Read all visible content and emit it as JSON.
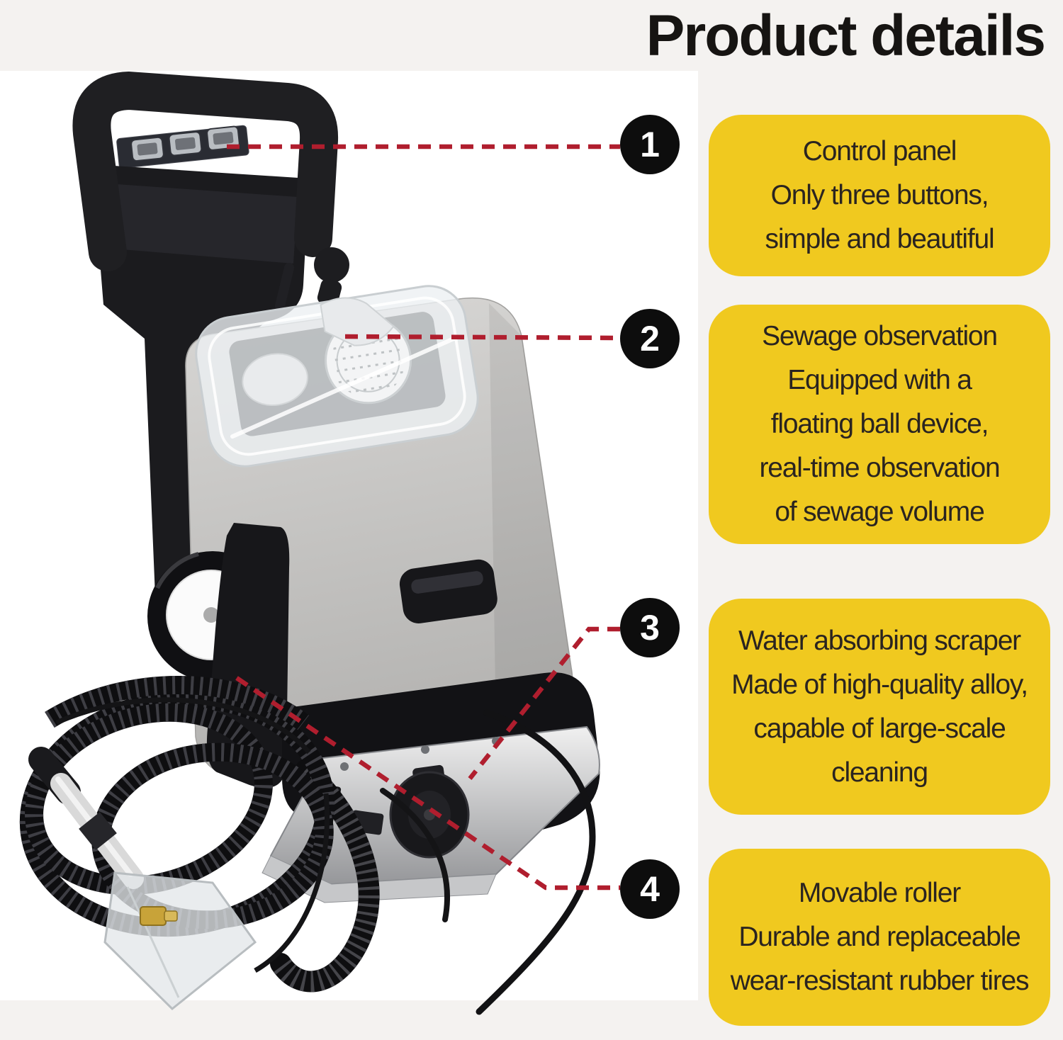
{
  "page": {
    "title": "Product details"
  },
  "colors": {
    "page_bg": "#F4F2F0",
    "photo_bg": "#FFFFFF",
    "title_text": "#161412",
    "callout_box": "#F0C91F",
    "callout_text": "#2A2420",
    "number_circle": "#0D0D0D",
    "number_text": "#FFFFFF",
    "connector_line": "#B01E2E"
  },
  "callouts": [
    {
      "number": "1",
      "lines": [
        "Control panel",
        "Only three buttons,",
        "simple and beautiful"
      ]
    },
    {
      "number": "2",
      "lines": [
        "Sewage observation",
        "Equipped with a",
        "floating ball device,",
        "real-time observation",
        "of sewage volume"
      ]
    },
    {
      "number": "3",
      "lines": [
        "Water absorbing scraper",
        "Made of high-quality alloy,",
        "capable of large-scale",
        "cleaning"
      ]
    },
    {
      "number": "4",
      "lines": [
        "Movable roller",
        "Durable and replaceable",
        "wear-resistant rubber tires"
      ]
    }
  ]
}
